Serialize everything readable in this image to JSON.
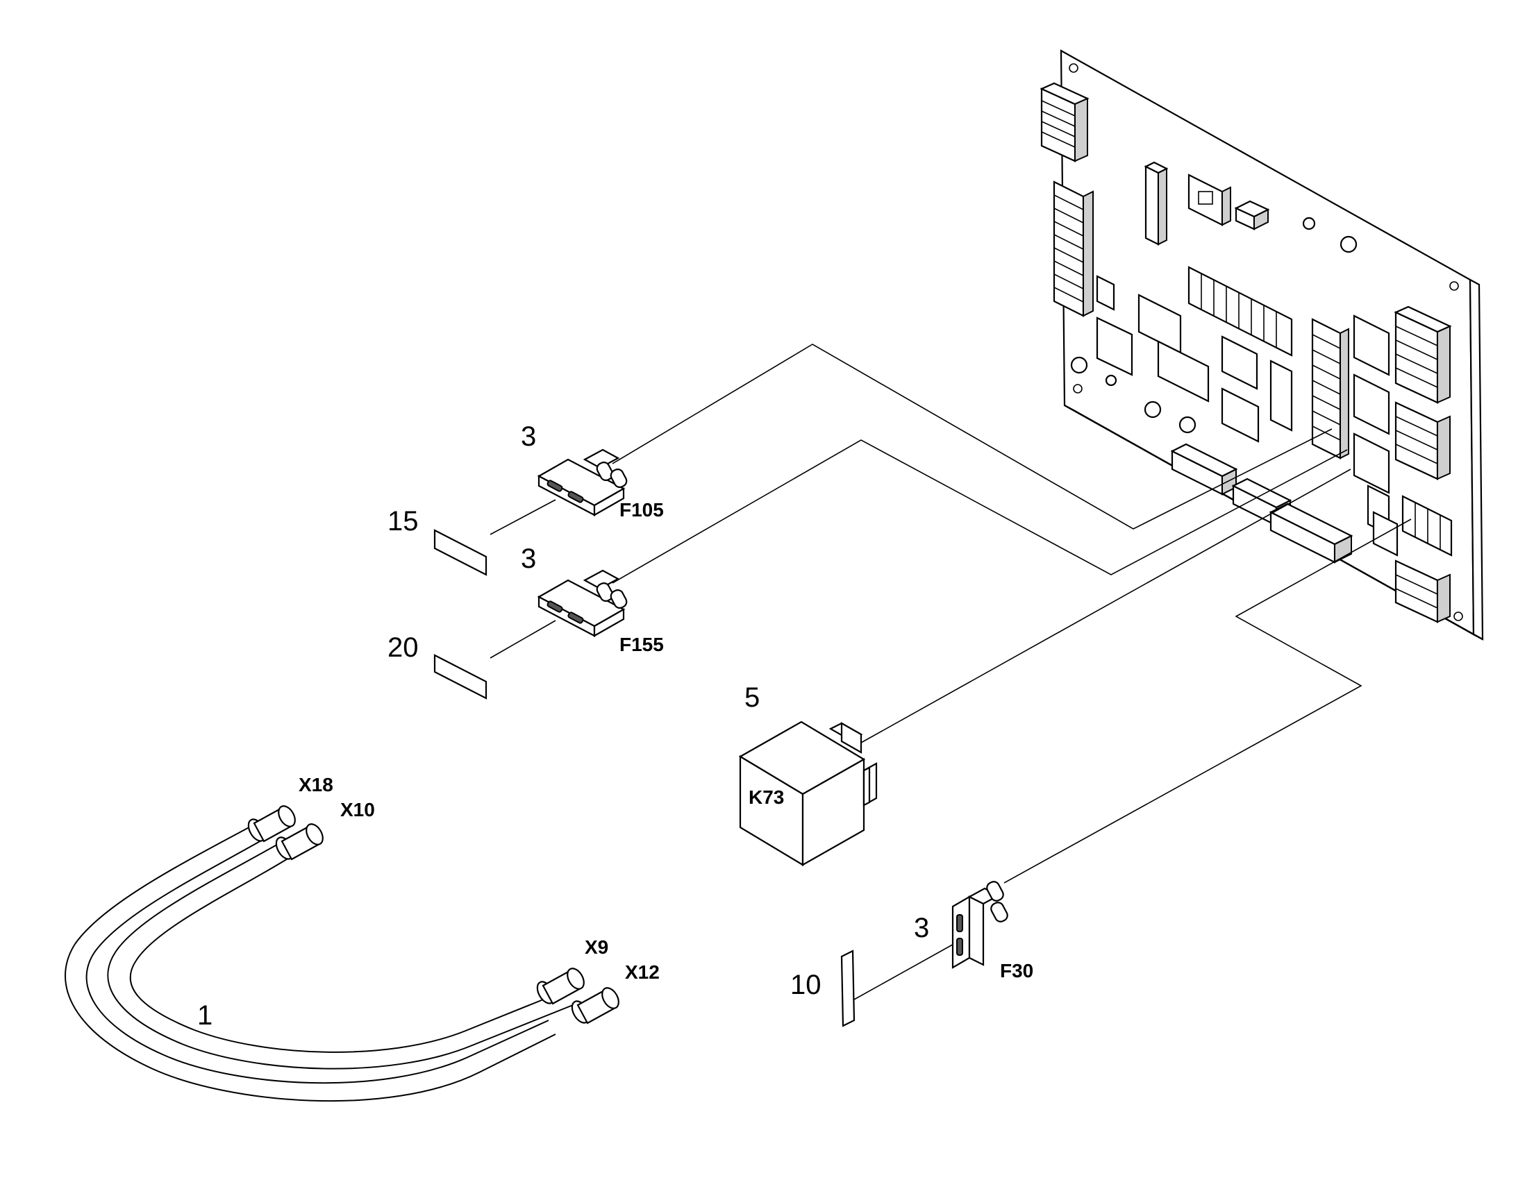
{
  "position_numbers": {
    "cable": "1",
    "fuse_f105": "3",
    "fuse_f155": "3",
    "fuse_f30": "3",
    "relay": "5",
    "label_10": "10",
    "label_15": "15",
    "label_20": "20"
  },
  "designations": {
    "fuse_f105": "F105",
    "fuse_f155": "F155",
    "fuse_f30": "F30",
    "relay": "K73",
    "cable_end_1": "X18",
    "cable_end_2": "X10",
    "cable_end_3": "X9",
    "cable_end_4": "X12"
  }
}
